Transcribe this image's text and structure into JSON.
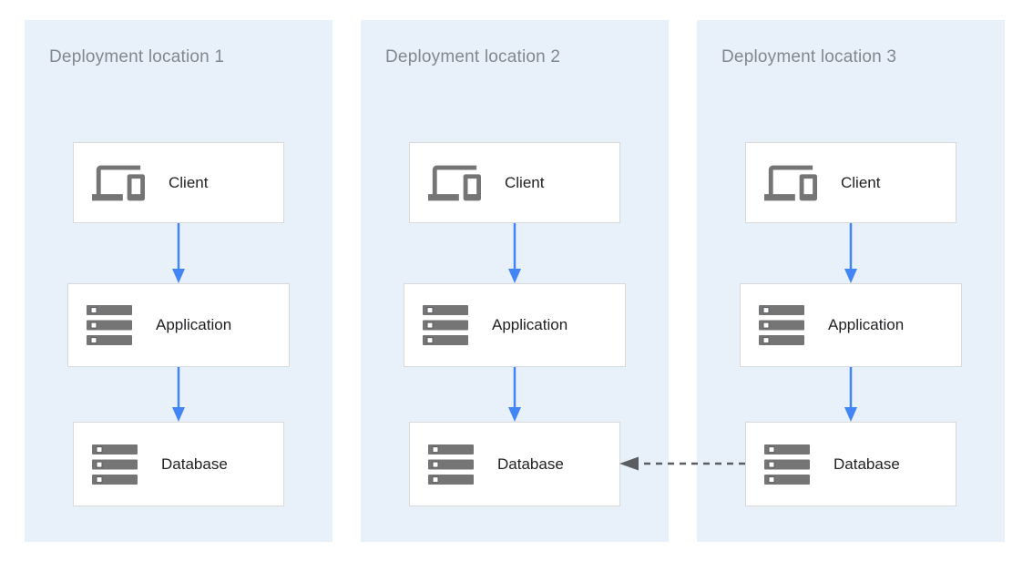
{
  "diagram": {
    "panels": [
      {
        "title": "Deployment location 1",
        "nodes": [
          {
            "label": "Client",
            "icon": "devices-icon"
          },
          {
            "label": "Application",
            "icon": "server-icon"
          },
          {
            "label": "Database",
            "icon": "server-icon"
          }
        ]
      },
      {
        "title": "Deployment location 2",
        "nodes": [
          {
            "label": "Client",
            "icon": "devices-icon"
          },
          {
            "label": "Application",
            "icon": "server-icon"
          },
          {
            "label": "Database",
            "icon": "server-icon"
          }
        ]
      },
      {
        "title": "Deployment location 3",
        "nodes": [
          {
            "label": "Client",
            "icon": "devices-icon"
          },
          {
            "label": "Application",
            "icon": "server-icon"
          },
          {
            "label": "Database",
            "icon": "server-icon"
          }
        ]
      }
    ],
    "connections": [
      {
        "panel": "Deployment location 1",
        "from": "Client",
        "to": "Application",
        "style": "solid"
      },
      {
        "panel": "Deployment location 1",
        "from": "Application",
        "to": "Database",
        "style": "solid"
      },
      {
        "panel": "Deployment location 2",
        "from": "Client",
        "to": "Application",
        "style": "solid"
      },
      {
        "panel": "Deployment location 2",
        "from": "Application",
        "to": "Database",
        "style": "solid"
      },
      {
        "panel": "Deployment location 3",
        "from": "Client",
        "to": "Application",
        "style": "solid"
      },
      {
        "panel": "Deployment location 3",
        "from": "Application",
        "to": "Database",
        "style": "solid"
      },
      {
        "from": "Database (Deployment location 3)",
        "to": "Database (Deployment location 2)",
        "style": "dashed"
      }
    ],
    "colors": {
      "panel_background": "#e8f0fa",
      "flow_arrow_blue": "#4285f4",
      "replication_arrow_gray": "#5a5e62",
      "node_background": "#ffffff",
      "node_border": "#d9d9d9",
      "icon_gray": "#757575",
      "title_text": "#82888d",
      "node_label_text": "#212124"
    }
  }
}
